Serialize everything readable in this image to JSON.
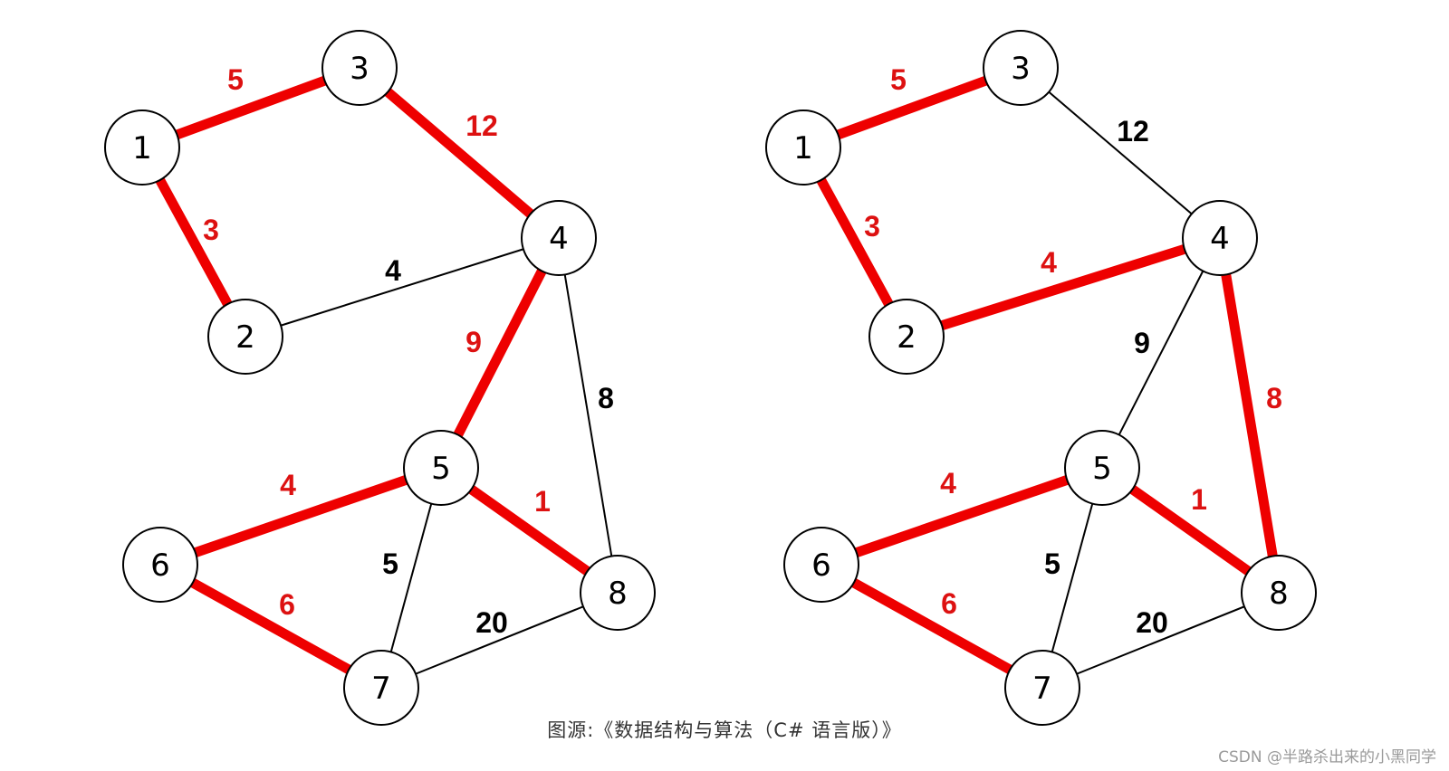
{
  "caption": "图源:《数据结构与算法（C# 语言版）》",
  "watermark": "CSDN @半路杀出来的小黑同学",
  "colors": {
    "selected_edge": "#ee0000",
    "selected_label": "#dd1111",
    "normal_edge": "#000000",
    "normal_label": "#000000"
  },
  "graphs": [
    {
      "nodes": [
        "1",
        "2",
        "3",
        "4",
        "5",
        "6",
        "7",
        "8"
      ],
      "edges": [
        {
          "from": "1",
          "to": "3",
          "weight": "5",
          "selected": true
        },
        {
          "from": "1",
          "to": "2",
          "weight": "3",
          "selected": true
        },
        {
          "from": "3",
          "to": "4",
          "weight": "12",
          "selected": true
        },
        {
          "from": "2",
          "to": "4",
          "weight": "4",
          "selected": false
        },
        {
          "from": "4",
          "to": "5",
          "weight": "9",
          "selected": true
        },
        {
          "from": "4",
          "to": "8",
          "weight": "8",
          "selected": false
        },
        {
          "from": "5",
          "to": "6",
          "weight": "4",
          "selected": true
        },
        {
          "from": "5",
          "to": "8",
          "weight": "1",
          "selected": true
        },
        {
          "from": "5",
          "to": "7",
          "weight": "5",
          "selected": false
        },
        {
          "from": "6",
          "to": "7",
          "weight": "6",
          "selected": true
        },
        {
          "from": "7",
          "to": "8",
          "weight": "20",
          "selected": false
        }
      ]
    },
    {
      "nodes": [
        "1",
        "2",
        "3",
        "4",
        "5",
        "6",
        "7",
        "8"
      ],
      "edges": [
        {
          "from": "1",
          "to": "3",
          "weight": "5",
          "selected": true
        },
        {
          "from": "1",
          "to": "2",
          "weight": "3",
          "selected": true
        },
        {
          "from": "3",
          "to": "4",
          "weight": "12",
          "selected": false
        },
        {
          "from": "2",
          "to": "4",
          "weight": "4",
          "selected": true
        },
        {
          "from": "4",
          "to": "5",
          "weight": "9",
          "selected": false
        },
        {
          "from": "4",
          "to": "8",
          "weight": "8",
          "selected": true
        },
        {
          "from": "5",
          "to": "6",
          "weight": "4",
          "selected": true
        },
        {
          "from": "5",
          "to": "8",
          "weight": "1",
          "selected": true
        },
        {
          "from": "5",
          "to": "7",
          "weight": "5",
          "selected": false
        },
        {
          "from": "6",
          "to": "7",
          "weight": "6",
          "selected": true
        },
        {
          "from": "7",
          "to": "8",
          "weight": "20",
          "selected": false
        }
      ]
    }
  ]
}
